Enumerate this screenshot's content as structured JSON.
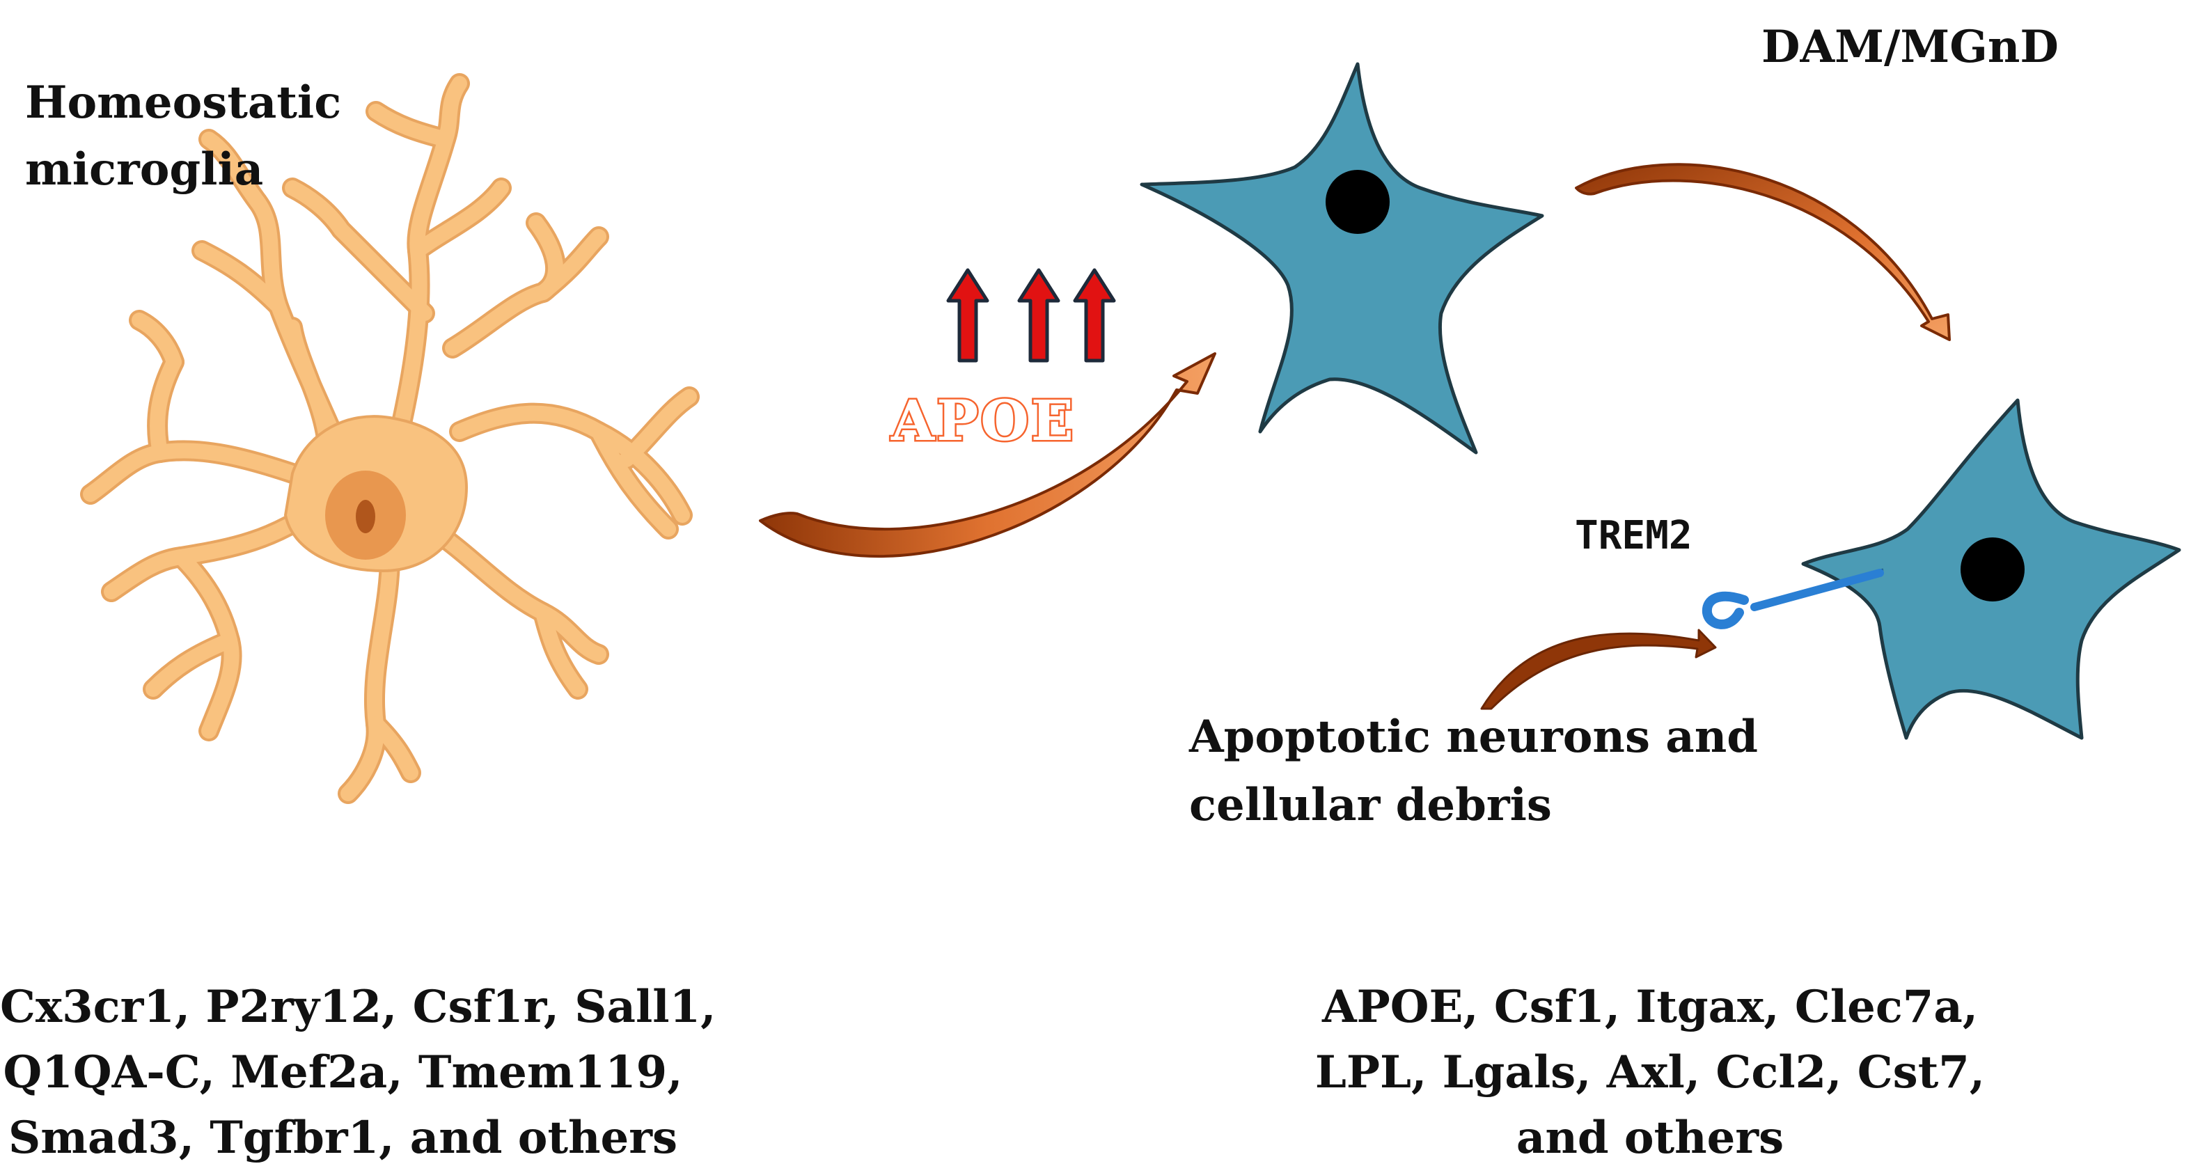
{
  "labels": {
    "homeostatic_title": [
      "Homeostatic",
      "microglia"
    ],
    "dam_title": "DAM/MGnD",
    "upregulated_gene": "APOE",
    "receptor": "TREM2",
    "debris": [
      "Apoptotic neurons and",
      "cellular debris"
    ]
  },
  "marker_lists": {
    "homeostatic": [
      "Cx3cr1, P2ry12, Csf1r, Sall1,",
      "Q1QA-C, Mef2a, Tmem119,",
      "Smad3, Tgfbr1, and others"
    ],
    "dam": [
      "APOE, Csf1, Itgax, Clec7a,",
      "LPL, Lgals, Axl, Ccl2, Cst7,",
      "and others"
    ]
  },
  "colors": {
    "homeostatic_cell": "#f9c27f",
    "homeostatic_cell_outline": "#e8a560",
    "homeostatic_nucleus": "#e58f47",
    "dam_cell": "#4b9bb5",
    "dam_cell_outline": "#1f3a44",
    "dam_nucleus": "#000000",
    "transition_arrow": "#b4501a",
    "upregulation_arrow": "#e11212",
    "apoe_text": "#f6642e",
    "trem2_receptor": "#2a7fd4"
  }
}
